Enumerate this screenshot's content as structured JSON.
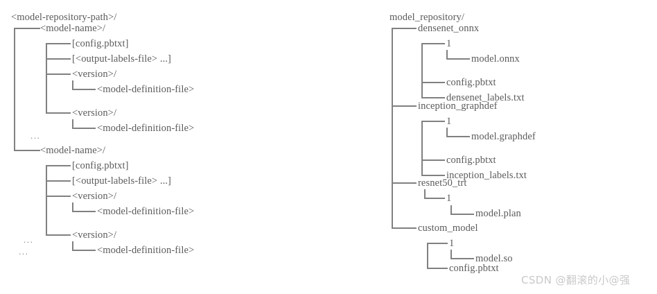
{
  "figure": {
    "type": "directory-tree-diagram",
    "background_color": "#ffffff",
    "text_color": "#5b5b5b",
    "line_color": "#808080",
    "watermark_color": "#c9c9c9"
  },
  "left_tree": {
    "root": "<model-repository-path>/",
    "nodes": {
      "model_name_1": "<model-name>/",
      "config_1": "[config.pbtxt]",
      "labels_1": "[<output-labels-file> ...]",
      "version_1a": "<version>/",
      "def_1a": "<model-definition-file>",
      "version_1b": "<version>/",
      "def_1b": "<model-definition-file>",
      "gap_1": "...",
      "model_name_2": "<model-name>/",
      "config_2": "[config.pbtxt]",
      "labels_2": "[<output-labels-file> ...]",
      "version_2a": "<version>/",
      "def_2a": "<model-definition-file>",
      "version_2b": "<version>/",
      "def_2b": "<model-definition-file>",
      "tail_1": "...",
      "tail_2": "..."
    }
  },
  "right_tree": {
    "root": "model_repository/",
    "nodes": {
      "densenet": "densenet_onnx",
      "densenet_version": "1",
      "densenet_model": "model.onnx",
      "densenet_config": "config.pbtxt",
      "densenet_labels": "densenet_labels.txt",
      "inception": "inception_graphdef",
      "inception_version": "1",
      "inception_model": "model.graphdef",
      "inception_config": "config.pbtxt",
      "inception_labels": "inception_labels.txt",
      "resnet": "resnet50_trt",
      "resnet_version": "1",
      "resnet_model": "model.plan",
      "custom": "custom_model",
      "custom_version": "1",
      "custom_model_file": "model.so",
      "custom_config": "config.pbtxt"
    }
  },
  "watermark": {
    "text": "CSDN @翻滚的小@强"
  }
}
